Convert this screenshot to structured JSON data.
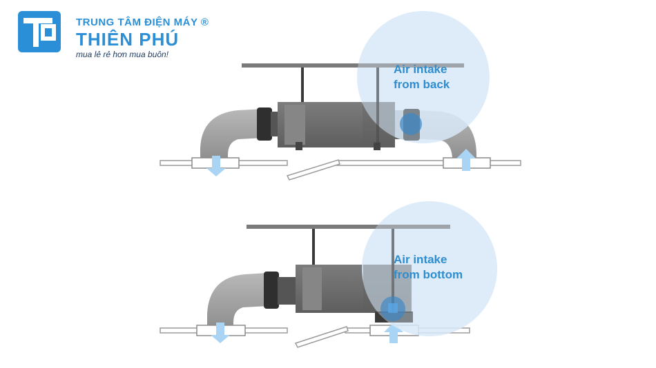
{
  "brand": {
    "top_line": "TRUNG TÂM ĐIỆN MÁY ®",
    "name": "THIÊN PHÚ",
    "slogan": "mua lẻ rẻ hơn mua buôn!",
    "color": "#2a8fd6"
  },
  "diagrams": [
    {
      "label_line1": "Air intake",
      "label_line2": "from back"
    },
    {
      "label_line1": "Air intake",
      "label_line2": "from bottom"
    }
  ],
  "colors": {
    "duct": "#a4a4a4",
    "unit_body": "#6f6f6f",
    "bar": "#7a7a7a",
    "arrow": "#a9d4f3",
    "circle": "#d7e9f7",
    "callout_text": "#2e8dd0"
  }
}
